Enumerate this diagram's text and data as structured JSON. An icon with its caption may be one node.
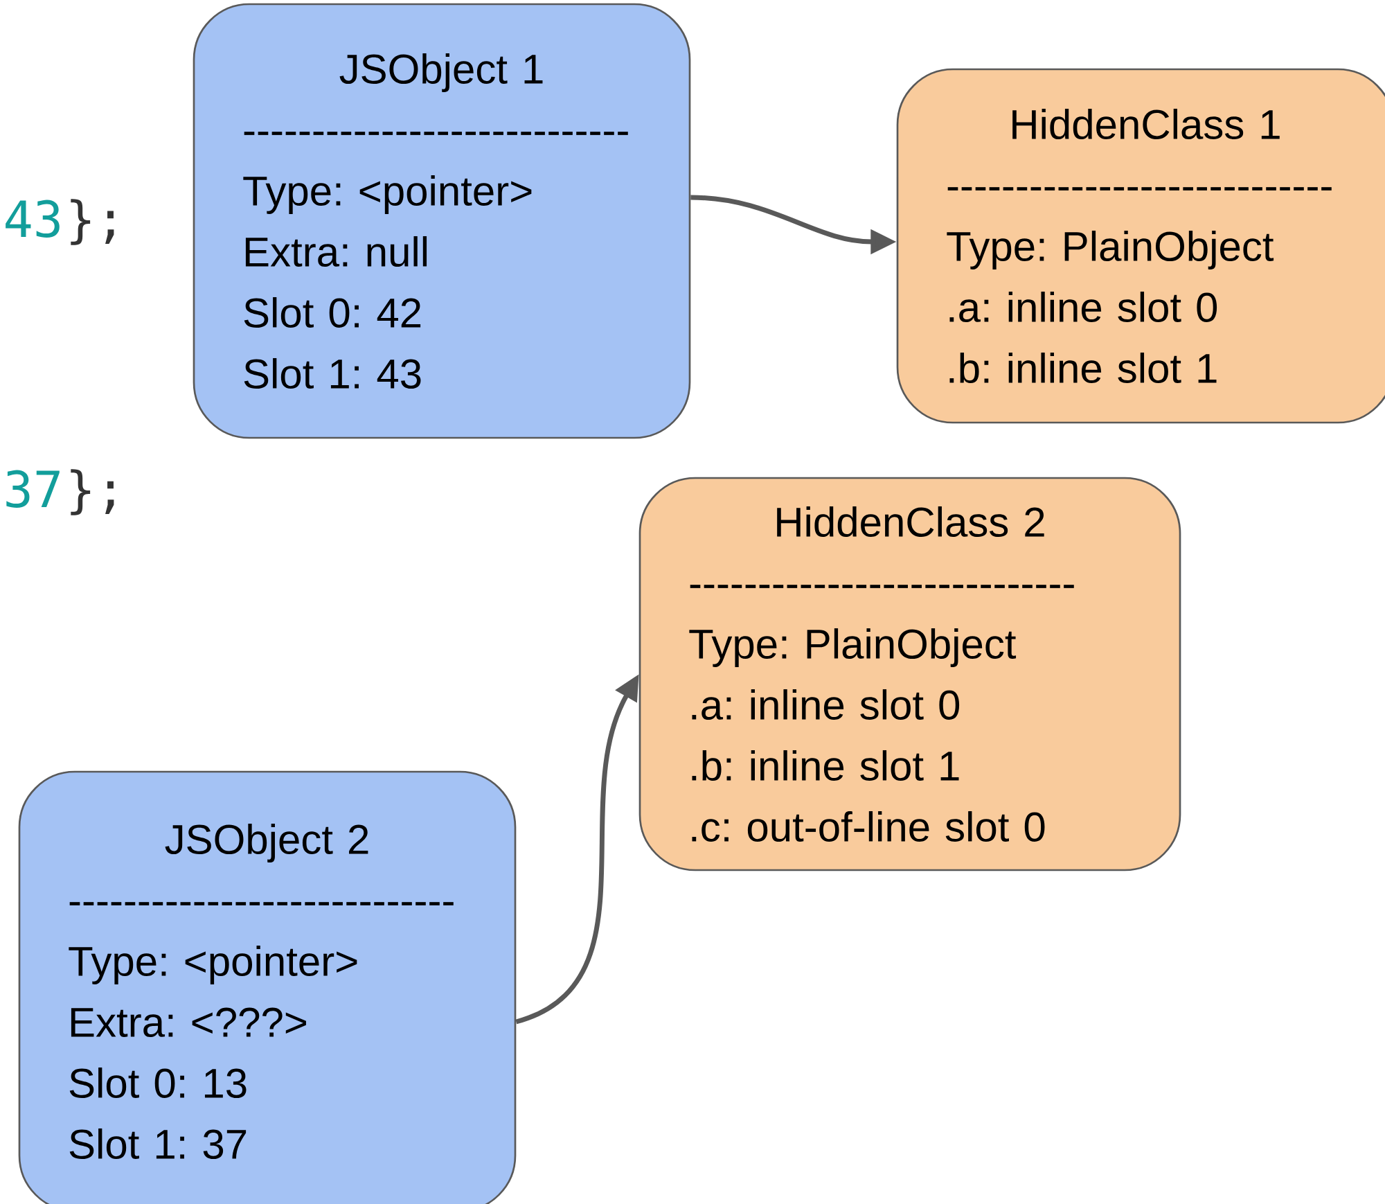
{
  "diagram": {
    "nodes": [
      {
        "text": [
          "JSObject 1",
          "----------------------------",
          "Type: <pointer>",
          "Extra: null",
          "Slot 0: 42",
          "Slot 1: 43"
        ]
      },
      {
        "text": [
          "HiddenClass 1",
          "----------------------------",
          "Type: PlainObject",
          ".a: inline slot 0",
          ".b: inline slot 1"
        ]
      },
      {
        "text": [
          "HiddenClass 2",
          "----------------------------",
          "Type: PlainObject",
          ".a: inline slot 0",
          ".b: inline slot 1",
          ".c: out-of-line slot 0"
        ]
      },
      {
        "text": [
          "JSObject 2",
          "----------------------------",
          "Type: <pointer>",
          "Extra: <???>",
          "Slot 0: 13",
          "Slot 1: 37"
        ]
      }
    ],
    "edges": [
      {
        "from": 0,
        "to": 1,
        "arrow": "to"
      },
      {
        "from": 3,
        "to": 2,
        "arrow": "to"
      }
    ],
    "labels": [
      "43",
      "};",
      "37",
      "};"
    ]
  }
}
